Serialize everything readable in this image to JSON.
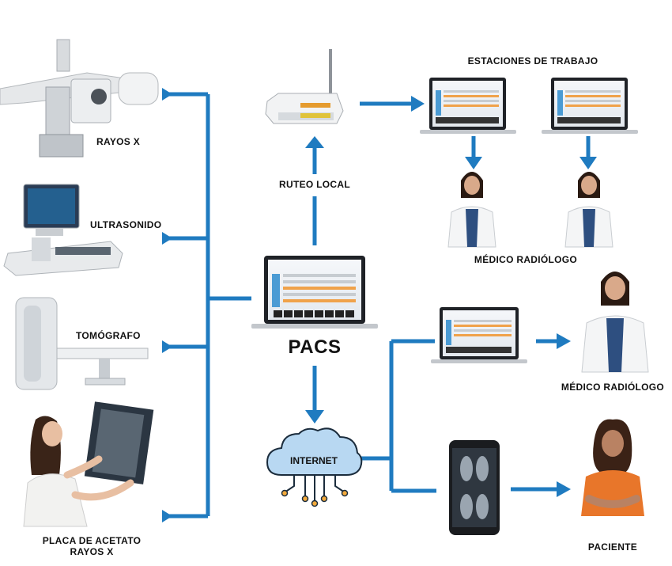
{
  "colors": {
    "connector": "#1f7bc0",
    "cloud": "#b8d8f2",
    "screen_orange": "#f0a24a"
  },
  "labels": {
    "rayos_x": "RAYOS X",
    "ultrasonido": "ULTRASONIDO",
    "tomografo": "TOMÓGRAFO",
    "placa_line1": "PLACA DE ACETATO",
    "placa_line2": "RAYOS X",
    "pacs": "PACS",
    "ruteo_local": "RUTEO LOCAL",
    "internet": "INTERNET",
    "estaciones": "ESTACIONES DE TRABAJO",
    "medico_top": "MÉDICO RADIÓLOGO",
    "medico_right": "MÉDICO RADIÓLOGO",
    "paciente": "PACIENTE"
  },
  "icons": {
    "xray_machine": "xray-machine-icon",
    "ultrasound": "ultrasound-machine-icon",
    "ct_scanner": "ct-scanner-icon",
    "acetate_plate": "woman-holding-xray-film-icon",
    "router": "router-icon",
    "pacs_laptop": "laptop-icon",
    "workstation": "laptop-icon",
    "doctor": "doctor-icon",
    "cloud": "cloud-icon",
    "phone": "smartphone-xray-icon",
    "patient": "patient-icon"
  }
}
